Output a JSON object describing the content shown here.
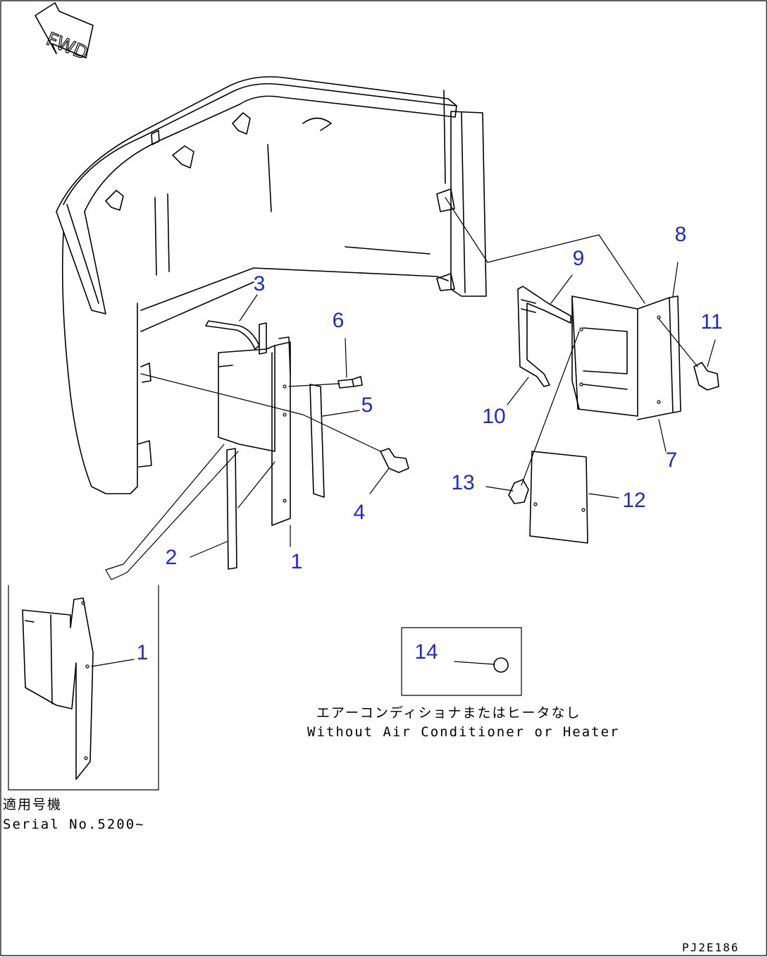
{
  "fwd_label": "FWD",
  "callouts": [
    {
      "id": "1",
      "label": "1"
    },
    {
      "id": "1b",
      "label": "1"
    },
    {
      "id": "2",
      "label": "2"
    },
    {
      "id": "3",
      "label": "3"
    },
    {
      "id": "4",
      "label": "4"
    },
    {
      "id": "5",
      "label": "5"
    },
    {
      "id": "6",
      "label": "6"
    },
    {
      "id": "7",
      "label": "7"
    },
    {
      "id": "8",
      "label": "8"
    },
    {
      "id": "9",
      "label": "9"
    },
    {
      "id": "10",
      "label": "10"
    },
    {
      "id": "11",
      "label": "11"
    },
    {
      "id": "12",
      "label": "12"
    },
    {
      "id": "13",
      "label": "13"
    },
    {
      "id": "14",
      "label": "14"
    }
  ],
  "notes": {
    "no_aircon_jp": "エアーコンディショナまたはヒータなし",
    "no_aircon_en": "Without Air Conditioner or Heater",
    "serial_jp": "適用号機",
    "serial_en": "Serial No.5200~"
  },
  "drawing_id": "PJ2E186",
  "colors": {
    "callout": "#1a2ad6",
    "line": "#000000",
    "background": "#ffffff"
  }
}
